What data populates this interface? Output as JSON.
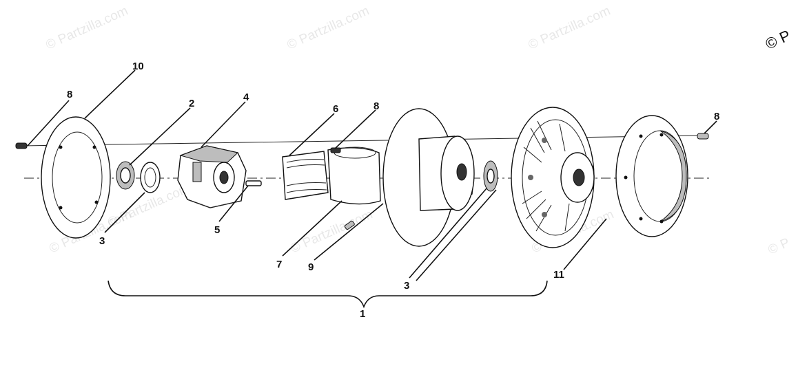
{
  "watermarks": [
    "© Partzilla.com",
    "© Partzilla.com",
    "© Partzilla.com",
    "© P",
    "© Partzilla.com",
    "© Partzilla.com",
    "© Partzilla.com",
    "© Partzilla.com",
    "© P"
  ],
  "callouts": [
    "10",
    "8",
    "2",
    "4",
    "6",
    "8",
    "8",
    "3",
    "5",
    "7",
    "9",
    "3",
    "11",
    "1"
  ]
}
